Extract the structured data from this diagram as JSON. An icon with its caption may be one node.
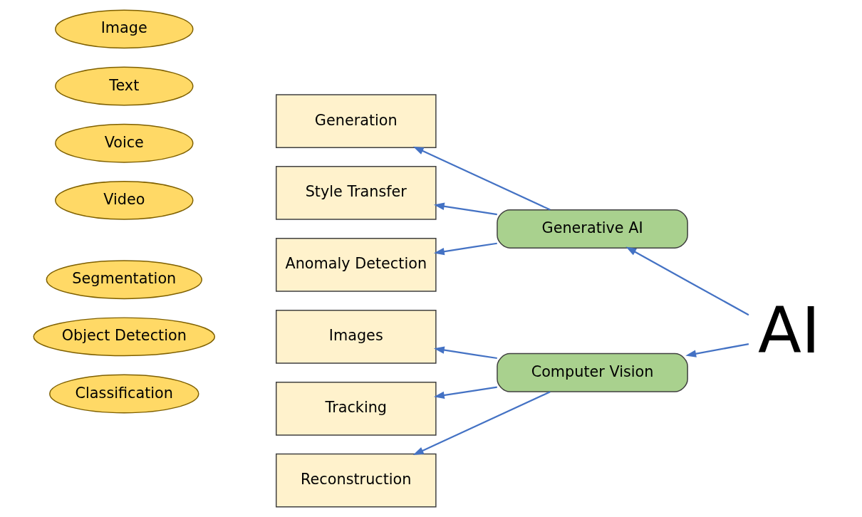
{
  "diagram": {
    "nodes": [
      {
        "text": [
          "Image"
        ]
      },
      {
        "text": [
          "Text"
        ]
      },
      {
        "text": [
          "Voice"
        ]
      },
      {
        "text": [
          "Video"
        ]
      },
      {
        "text": [
          "Generation"
        ]
      },
      {
        "text": [
          "Style Transfer"
        ]
      },
      {
        "text": [
          "Generative AI"
        ]
      },
      {
        "text": [
          "Anomaly Detection"
        ]
      },
      {
        "text": [
          "Segmentation"
        ]
      },
      {
        "text": [
          "Object Detection"
        ]
      },
      {
        "text": [
          "Classification"
        ]
      },
      {
        "text": [
          "Images"
        ]
      },
      {
        "text": [
          "AI"
        ]
      },
      {
        "text": [
          "Tracking"
        ]
      },
      {
        "text": [
          "Computer Vision"
        ]
      },
      {
        "text": [
          "Reconstruction"
        ]
      }
    ],
    "edges": [
      {
        "from": 12,
        "to": 6,
        "arrow": "to"
      },
      {
        "from": 12,
        "to": 14,
        "arrow": "to"
      },
      {
        "from": 6,
        "to": 4,
        "arrow": "to"
      },
      {
        "from": 6,
        "to": 5,
        "arrow": "to"
      },
      {
        "from": 6,
        "to": 7,
        "arrow": "to"
      },
      {
        "from": 14,
        "to": 11,
        "arrow": "to"
      },
      {
        "from": 14,
        "to": 13,
        "arrow": "to"
      },
      {
        "from": 14,
        "to": 15,
        "arrow": "to"
      }
    ]
  }
}
